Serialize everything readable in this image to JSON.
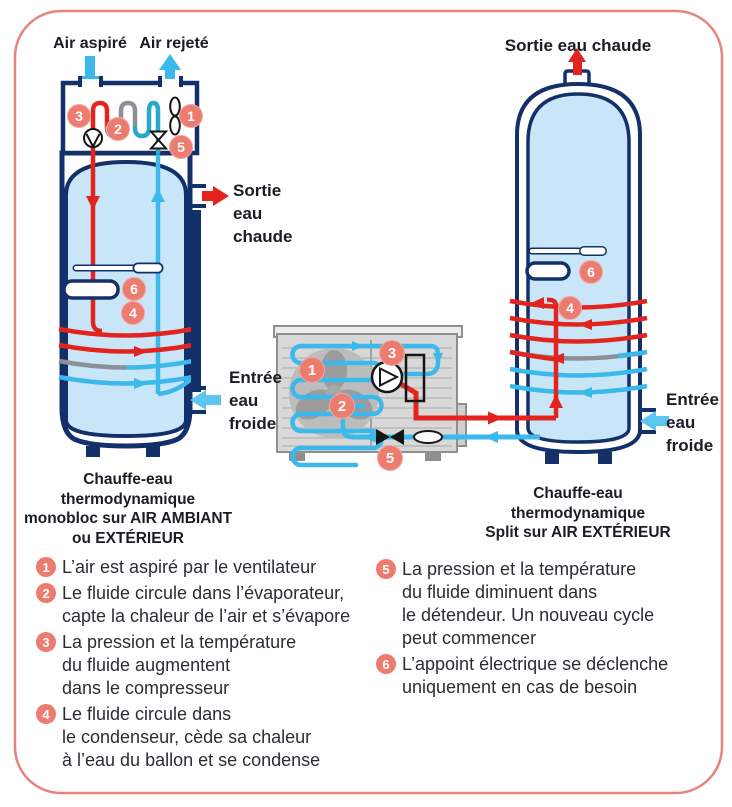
{
  "labels": {
    "air_in": "Air aspiré",
    "air_out": "Air rejeté",
    "hot_out_monobloc": [
      "Sortie",
      "eau",
      "chaude"
    ],
    "cold_in_monobloc": [
      "Entrée",
      "eau",
      "froide"
    ],
    "hot_out_split": "Sortie eau chaude",
    "cold_in_split": [
      "Entrée",
      "eau",
      "froide"
    ]
  },
  "captions": {
    "monobloc": [
      "Chauffe-eau",
      "thermodynamique",
      "monobloc sur AIR AMBIANT",
      "ou EXTÉRIEUR"
    ],
    "split": [
      "Chauffe-eau",
      "thermodynamique",
      "Split sur AIR EXTÉRIEUR"
    ]
  },
  "markers": {
    "fan": "1",
    "evaporator": "2",
    "compressor": "3",
    "condenser": "4",
    "expansion_valve": "5",
    "electric_heater": "6"
  },
  "legend": {
    "left": [
      {
        "num": "1",
        "lines": [
          "L’air est aspiré par le ventilateur"
        ]
      },
      {
        "num": "2",
        "lines": [
          "Le fluide circule dans l’évaporateur,",
          "capte la chaleur de l’air et s’évapore"
        ]
      },
      {
        "num": "3",
        "lines": [
          "La pression et la température",
          "du fluide augmentent",
          "dans le compresseur"
        ]
      },
      {
        "num": "4",
        "lines": [
          "Le fluide circule dans",
          "le condenseur, cède sa chaleur",
          "à l’eau du ballon et se condense"
        ]
      }
    ],
    "right": [
      {
        "num": "5",
        "lines": [
          "La pression et la température",
          "du fluide diminuent dans",
          "le détendeur. Un nouveau cycle",
          "peut commencer"
        ]
      },
      {
        "num": "6",
        "lines": [
          "L’appoint électrique se déclenche",
          "uniquement en cas de besoin"
        ]
      }
    ]
  },
  "colors": {
    "frame": "#e8837c",
    "navy": "#14306b",
    "tank_fill": "#c9e6f8",
    "red": "#e3241e",
    "cyan": "#3bb9ed",
    "cold_arrow": "#5cc5f0",
    "marker": "#ec7b70",
    "coil_teal": "#2aa7cc",
    "transition_gray": "#8a9095",
    "unit_gray": "#d8d8d8"
  }
}
